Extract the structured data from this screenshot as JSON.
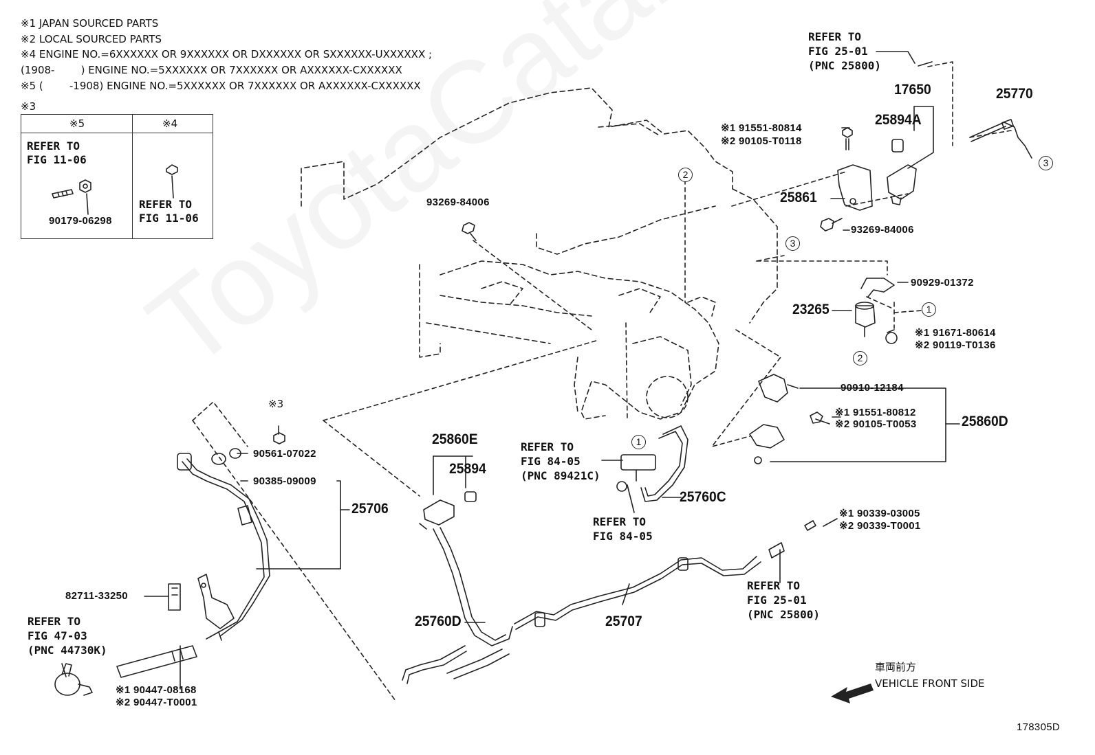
{
  "notes": {
    "n1": "※1 JAPAN SOURCED PARTS",
    "n2": "※2 LOCAL SOURCED PARTS",
    "n4": "※4 ENGINE NO.=6XXXXXX OR 9XXXXXX OR DXXXXXX OR SXXXXXX-UXXXXXX ;",
    "n4b": "(1908-        ) ENGINE NO.=5XXXXXX OR 7XXXXXX OR AXXXXXX-CXXXXXX",
    "n5": "※5 (        -1908) ENGINE NO.=5XXXXXX OR 7XXXXXX OR AXXXXXX-CXXXXXX"
  },
  "table": {
    "title": "※3",
    "col5": "※5",
    "col4": "※4",
    "ref5_l1": "REFER TO",
    "ref5_l2": "FIG 11-06",
    "part5": "90179-06298",
    "ref4_l1": "REFER TO",
    "ref4_l2": "FIG 11-06"
  },
  "labels": {
    "refer_25_01_top": "REFER TO\nFIG 25-01\n(PNC 25800)",
    "p17650": "17650",
    "p25894A": "25894A",
    "p25770": "25770",
    "p91551_80814": "※1 91551-80814",
    "p90105_T0118": "※2 90105-T0118",
    "p25861": "25861",
    "p93269_84006_a": "93269-84006",
    "p93269_84006_b": "93269-84006",
    "p90929_01372": "90929-01372",
    "p23265": "23265",
    "p91671_80614": "※1 91671-80614",
    "p90119_T0136": "※2 90119-T0136",
    "p90910_12184": "90910-12184",
    "p91551_80812": "※1 91551-80812",
    "p90105_T0053": "※2 90105-T0053",
    "p25860D": "25860D",
    "p25860E": "25860E",
    "p25894": "25894",
    "refer_84_05_a": "REFER TO\nFIG 84-05\n(PNC 89421C)",
    "p25760C": "25760C",
    "refer_84_05_b": "REFER TO\nFIG 84-05",
    "star3": "※3",
    "p90561_07022": "90561-07022",
    "p90385_09009": "90385-09009",
    "p25706": "25706",
    "p82711_33250": "82711-33250",
    "refer_47_03": "REFER TO\nFIG 47-03\n(PNC 44730K)",
    "p90447_08168": "※1 90447-08168",
    "p90447_T0001": "※2 90447-T0001",
    "p25760D": "25760D",
    "p25707": "25707",
    "p90339_03005": "※1 90339-03005",
    "p90339_T0001": "※2 90339-T0001",
    "refer_25_01_bottom": "REFER TO\nFIG 25-01\n(PNC 25800)",
    "front_jp": "車両前方",
    "front_en": "VEHICLE FRONT SIDE",
    "figure_id": "178305D"
  },
  "callouts": {
    "c1": "1",
    "c2": "2",
    "c3": "3"
  },
  "watermark": "ToyotaCatalog.ru"
}
